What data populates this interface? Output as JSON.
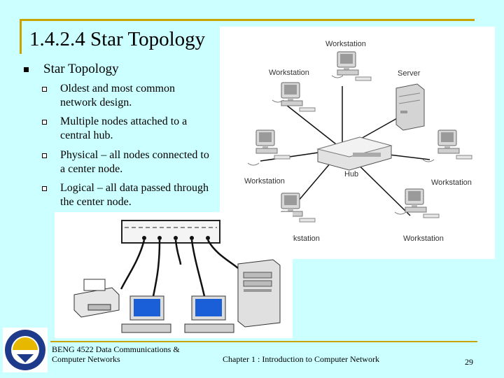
{
  "slide": {
    "title": "1.4.2.4 Star Topology",
    "main_bullet": "Star Topology",
    "sub_bullets": [
      "Oldest and most common network design.",
      "Multiple nodes attached to a central hub.",
      "Physical – all nodes connected to a center node.",
      "Logical – all data passed through the center node."
    ]
  },
  "diagram": {
    "workstation_label": "Workstation",
    "server_label": "Server",
    "hub_label": "Hub"
  },
  "footer": {
    "course": "BENG 4522 Data Communications & Computer Networks",
    "chapter": "Chapter 1 : Introduction to Computer Network",
    "page_number": "29"
  },
  "colors": {
    "background": "#ccffff",
    "frame": "#c9a400",
    "screen": "#1a5fd8"
  }
}
